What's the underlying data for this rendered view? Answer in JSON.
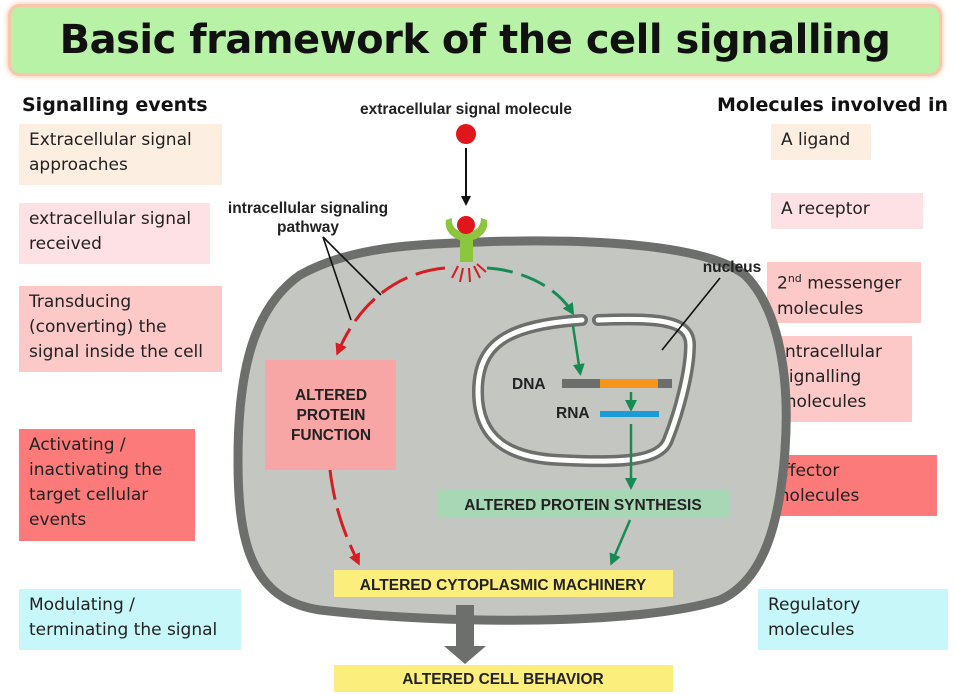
{
  "title": "Basic framework of the cell signalling",
  "left_header": "Signalling events",
  "right_header": "Molecules involved in",
  "events": [
    "Extracellular signal approaches",
    "extracellular signal received",
    "Transducing (converting) the signal inside the cell",
    "Activating / inactivating the target cellular events",
    "Modulating / terminating the signal"
  ],
  "molecules": {
    "ligand": "A ligand",
    "receptor": "A receptor",
    "second_messenger_num": "2",
    "second_messenger_sup": "nd",
    "second_messenger_rest": " messenger molecules",
    "intracellular": "Intracellular signalling molecules",
    "effector": "Effector molecules",
    "regulatory": "Regulatory molecules"
  },
  "diagram": {
    "signal_molecule": "extracellular signal molecule",
    "pathway_line1": "intracellular signaling",
    "pathway_line2": "pathway",
    "nucleus": "nucleus",
    "dna": "DNA",
    "rna": "RNA",
    "protein_function_l1": "ALTERED",
    "protein_function_l2": "PROTEIN",
    "protein_function_l3": "FUNCTION",
    "protein_synthesis": "ALTERED PROTEIN SYNTHESIS",
    "cytoplasmic": "ALTERED CYTOPLASMIC MACHINERY",
    "behavior": "ALTERED CELL BEHAVIOR"
  },
  "colors": {
    "title_bg": "#b7f2a6",
    "cell_fill": "#c4c7c1",
    "membrane": "#6d6f6d",
    "signal_red": "#e0161c",
    "pathway_red": "#d51e24",
    "pathway_green": "#168c54",
    "receptor_green": "#8cc63f",
    "dna_orange": "#f7941d",
    "rna_blue": "#1b9bd7",
    "yellow_label": "#fbee7d",
    "green_label": "#a7d7b4",
    "function_box": "#f7a5a5"
  }
}
